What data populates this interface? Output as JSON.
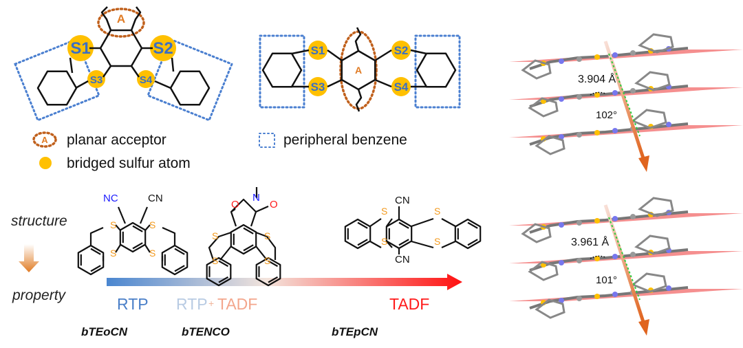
{
  "legend": {
    "acceptor_symbol": "A",
    "planar_acceptor": "planar acceptor",
    "bridged_sulfur": "bridged sulfur atom",
    "peripheral_benzene": "peripheral benzene"
  },
  "sulfur_labels": {
    "s1": "S1",
    "s2": "S2",
    "s3": "S3",
    "s4": "S4"
  },
  "flow": {
    "structure": "structure",
    "property": "property"
  },
  "properties": {
    "rtp": "RTP",
    "mixed_rtp": "RTP",
    "plus": "+",
    "mixed_tadf": "TADF",
    "tadf": "TADF"
  },
  "molecules": {
    "bteocn": "bTEoCN",
    "btenco": "bTENCO",
    "btepcn": "bTEpCN"
  },
  "atoms": {
    "S": "S",
    "CN": "CN",
    "NC": "NC",
    "O": "O",
    "N": "N"
  },
  "crystal": {
    "top": {
      "distance": "3.904 Å",
      "angle": "102°"
    },
    "bottom": {
      "distance": "3.961 Å",
      "angle": "101°"
    }
  },
  "colors": {
    "rtp": "#4a86d0",
    "tadf": "#ff1a1a",
    "sulfur": "#ffc000",
    "plane": "#f26a6a"
  }
}
